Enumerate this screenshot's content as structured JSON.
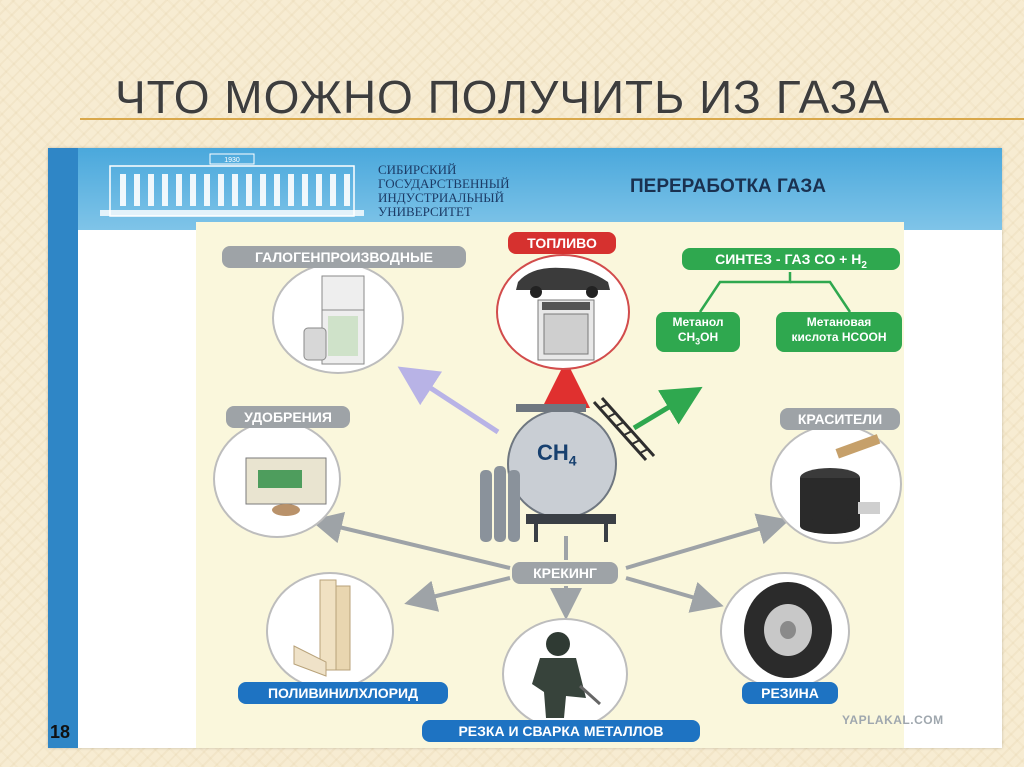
{
  "slide": {
    "title": "ЧТО МОЖНО ПОЛУЧИТЬ ИЗ ГАЗА",
    "page_number": "18"
  },
  "header": {
    "university_lines": [
      "СИБИРСКИЙ",
      "ГОСУДАРСТВЕННЫЙ",
      "ИНДУСТРИАЛЬНЫЙ",
      "УНИВЕРСИТЕТ"
    ],
    "building_year": "1930",
    "section_title": "ПЕРЕРАБОТКА ГАЗА"
  },
  "diagram": {
    "center": {
      "label": "CH",
      "subscript": "4"
    },
    "labels": {
      "halogen": "ГАЛОГЕНПРОИЗВОДНЫЕ",
      "fuel": "ТОПЛИВО",
      "synthesis_gas": "СИНТЕЗ - ГАЗ  CO + H",
      "synthesis_sub": "2",
      "methanol_line1": "Метанол",
      "methanol_line2": "CH",
      "methanol_sub": "3",
      "methanol_tail": "OH",
      "formic_line1": "Метановая",
      "formic_line2": "кислота HCOOH",
      "fertilizers": "УДОБРЕНИЯ",
      "dyes": "КРАСИТЕЛИ",
      "cracking": "КРЕКИНГ",
      "pvc": "ПОЛИВИНИЛХЛОРИД",
      "rubber": "РЕЗИНА",
      "cutting": "РЕЗКА И СВАРКА МЕТАЛЛОВ"
    },
    "colors": {
      "gray": "#9ea3a7",
      "red": "#d6312f",
      "green": "#2fa84f",
      "blue": "#1e73c2",
      "lavender": "#b8b3e6"
    },
    "icons": [
      "refrigerator-icon",
      "car-and-stove-icon",
      "fertilizer-box-icon",
      "paint-can-icon",
      "pvc-rolls-icon",
      "tire-icon",
      "welder-icon",
      "gas-tank-icon"
    ]
  },
  "watermark": "YAPLAKAL.COM"
}
